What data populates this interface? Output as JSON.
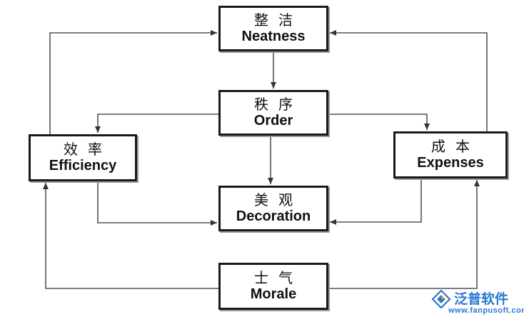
{
  "nodes": {
    "neatness": {
      "cn": "整洁",
      "en": "Neatness"
    },
    "order": {
      "cn": "秩序",
      "en": "Order"
    },
    "efficiency": {
      "cn": "效率",
      "en": "Efficiency"
    },
    "expenses": {
      "cn": "成本",
      "en": "Expenses"
    },
    "decoration": {
      "cn": "美观",
      "en": "Decoration"
    },
    "morale": {
      "cn": "士气",
      "en": "Morale"
    }
  },
  "edges": [
    {
      "from": "efficiency",
      "to": "neatness"
    },
    {
      "from": "expenses",
      "to": "neatness"
    },
    {
      "from": "neatness",
      "to": "order"
    },
    {
      "from": "order",
      "to": "decoration"
    },
    {
      "from": "order",
      "to": "expenses"
    },
    {
      "from": "order",
      "to": "efficiency"
    },
    {
      "from": "efficiency",
      "to": "decoration"
    },
    {
      "from": "expenses",
      "to": "decoration"
    },
    {
      "from": "morale",
      "to": "efficiency"
    },
    {
      "from": "morale",
      "to": "expenses"
    }
  ],
  "watermark": {
    "brand": "泛普软件",
    "url": "www.fanpusoft.com",
    "icon": "fanpu-logo-icon"
  },
  "colors": {
    "line": "#555555",
    "border": "#1a1a1a",
    "watermark": "#2a78d0"
  }
}
